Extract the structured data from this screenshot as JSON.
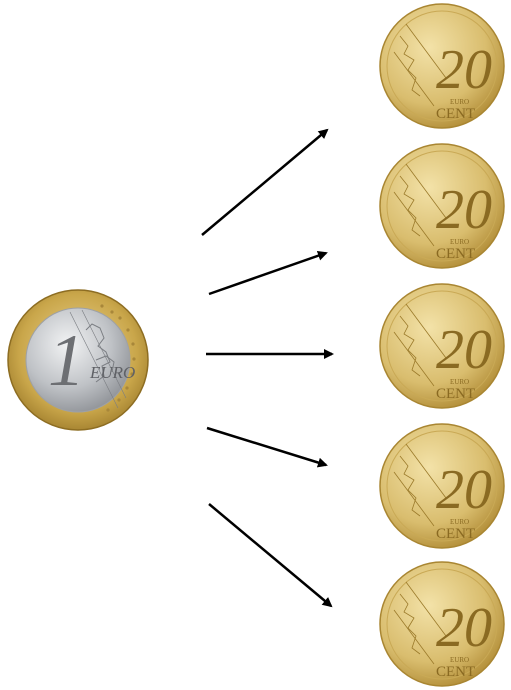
{
  "euro_coin": {
    "denomination": "1",
    "word": "EURO",
    "colors": {
      "ring": "#c9a64a",
      "center": "#b9bcc0",
      "ink": "#6d6f73"
    }
  },
  "cent_coins": [
    {
      "denomination": "20",
      "word_top": "EURO",
      "word_bottom": "CENT"
    },
    {
      "denomination": "20",
      "word_top": "EURO",
      "word_bottom": "CENT"
    },
    {
      "denomination": "20",
      "word_top": "EURO",
      "word_bottom": "CENT"
    },
    {
      "denomination": "20",
      "word_top": "EURO",
      "word_bottom": "CENT"
    },
    {
      "denomination": "20",
      "word_top": "EURO",
      "word_bottom": "CENT"
    }
  ],
  "cent_colors": {
    "face": "#dcc278",
    "rim": "#b8953a",
    "ink": "#8a6a22"
  },
  "arrow_color": "#000000"
}
